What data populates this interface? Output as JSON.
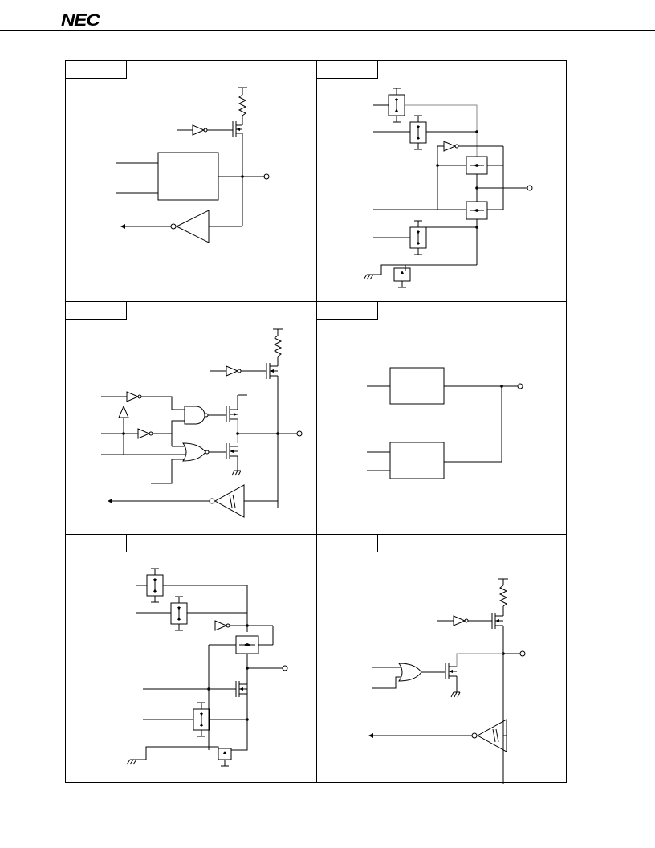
{
  "header": {
    "logo": "NEC"
  },
  "panels": [
    {
      "id": "panel-1",
      "tab_label": ""
    },
    {
      "id": "panel-2",
      "tab_label": ""
    },
    {
      "id": "panel-3",
      "tab_label": ""
    },
    {
      "id": "panel-4",
      "tab_label": ""
    },
    {
      "id": "panel-5",
      "tab_label": ""
    },
    {
      "id": "panel-6",
      "tab_label": ""
    }
  ]
}
